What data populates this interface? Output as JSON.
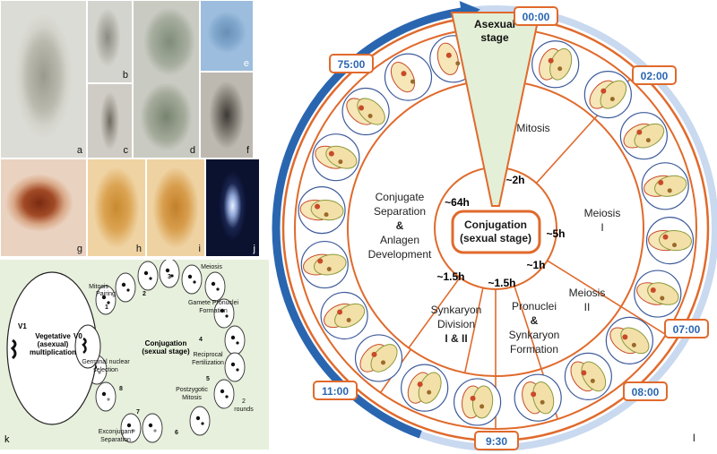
{
  "micrographs": [
    {
      "id": "a",
      "label": "a"
    },
    {
      "id": "b",
      "label": "b"
    },
    {
      "id": "c",
      "label": "c"
    },
    {
      "id": "d",
      "label": "d"
    },
    {
      "id": "e",
      "label": "e"
    },
    {
      "id": "f",
      "label": "f"
    },
    {
      "id": "g",
      "label": "g"
    },
    {
      "id": "h",
      "label": "h"
    },
    {
      "id": "i",
      "label": "i"
    },
    {
      "id": "j",
      "label": "j"
    }
  ],
  "panel_k": {
    "label": "k",
    "vegetative": {
      "line1": "Vegetative",
      "line2": "(asexual)",
      "line3": "multiplication"
    },
    "v1": "V1",
    "v0": "V0",
    "center": {
      "line1": "Conjugation",
      "line2": "(sexual stage)"
    },
    "stages": [
      {
        "num": "1",
        "text": [
          "Pairing"
        ]
      },
      {
        "num": "2",
        "text": [
          "Mitosis"
        ]
      },
      {
        "num": "3",
        "text": [
          "Meiosis"
        ]
      },
      {
        "num": "",
        "text": [
          "Gamete Pronuclei",
          "Formation"
        ]
      },
      {
        "num": "4",
        "text": [
          "Reciprocal",
          "Fertilization"
        ]
      },
      {
        "num": "5",
        "text": [
          "2",
          "rounds"
        ]
      },
      {
        "num": "6",
        "text": [
          "Postzygotic",
          "Mitosis"
        ]
      },
      {
        "num": "7",
        "text": [
          "Exconjugant",
          "Separation"
        ]
      },
      {
        "num": "8",
        "text": [
          "Germinal nuclear",
          "selection"
        ]
      }
    ]
  },
  "panel_l": {
    "label": "l",
    "asexual_stage": {
      "line1": "Asexual",
      "line2": "stage"
    },
    "center": {
      "line1": "Conjugation",
      "line2": "(sexual stage)"
    },
    "times": [
      "00:00",
      "02:00",
      "07:00",
      "08:00",
      "9:30",
      "11:00",
      "75:00"
    ],
    "durations": [
      "~64h",
      "~2h",
      "~5h",
      "~1h",
      "~1.5h",
      "~1.5h"
    ],
    "phases": {
      "mitosis": "Mitosis",
      "meiosis1": [
        "Meiosis",
        "I"
      ],
      "meiosis2": [
        "Meiosis",
        "II"
      ],
      "pronuclei": [
        "Pronuclei",
        "&",
        "Synkaryon",
        "Formation"
      ],
      "synkaryon": [
        "Synkaryon",
        "Division",
        "I  &  II"
      ],
      "conjugate": [
        "Conjugate",
        "Separation",
        "&",
        "Anlagen",
        "Development"
      ]
    }
  }
}
